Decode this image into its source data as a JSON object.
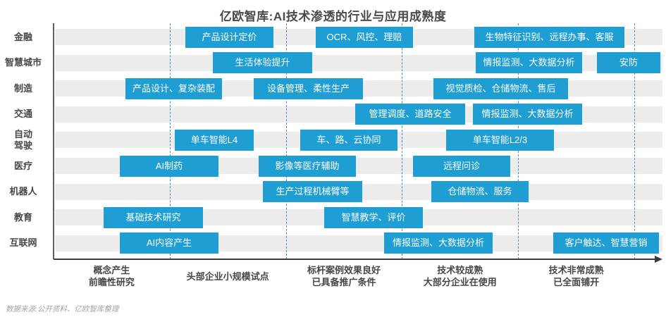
{
  "chart_data": {
    "type": "bar",
    "subtype": "horizontal-maturity-span",
    "title": "亿欧智库:AI技术渗透的行业与应用成熟度",
    "source_note": "数据来源:公开资料、亿欧智库整理",
    "xlim": [
      0,
      5.24
    ],
    "grid": "dashed-vertical",
    "legend": "none",
    "stage_boundaries": [
      1,
      2,
      3,
      4,
      5
    ],
    "stages": [
      {
        "center": 0.5,
        "lines": [
          "概念产生",
          "前瞻性研究"
        ]
      },
      {
        "center": 1.5,
        "lines": [
          "头部企业小规模试点"
        ]
      },
      {
        "center": 2.5,
        "lines": [
          "标杆案例效果良好",
          "已具备推广条件"
        ]
      },
      {
        "center": 3.5,
        "lines": [
          "技术较成熟",
          "大部分企业在使用"
        ]
      },
      {
        "center": 4.5,
        "lines": [
          "技术非常成熟",
          "已全面铺开"
        ]
      }
    ],
    "rows": [
      {
        "id": "finance",
        "industry_lines": [
          "金融"
        ],
        "segments": [
          {
            "label": "产品设计定价",
            "start": 1.135,
            "end": 1.893
          },
          {
            "label": "OCR、风控、理赔",
            "start": 2.257,
            "end": 3.095
          },
          {
            "label": "生物特征识别、远程办事、客服",
            "start": 3.623,
            "end": 4.915
          }
        ]
      },
      {
        "id": "smart-city",
        "industry_lines": [
          "智慧城市"
        ],
        "segments": [
          {
            "label": "生活体验提升",
            "start": 1.371,
            "end": 2.227
          },
          {
            "label": "情报监测、大数据分析",
            "start": 3.635,
            "end": 4.551
          },
          {
            "label": "安防",
            "start": 4.678,
            "end": 5.224
          }
        ]
      },
      {
        "id": "manufacturing",
        "industry_lines": [
          "制造"
        ],
        "segments": [
          {
            "label": "产品设计、复杂装配",
            "start": 0.619,
            "end": 1.45
          },
          {
            "label": "设备管理、柔性生产",
            "start": 1.723,
            "end": 2.664
          },
          {
            "label": "视觉质检、仓储物流、售后",
            "start": 3.271,
            "end": 4.43
          }
        ]
      },
      {
        "id": "transportation",
        "industry_lines": [
          "交通"
        ],
        "segments": [
          {
            "label": "管理调度、道路安全",
            "start": 2.597,
            "end": 3.544
          },
          {
            "label": "情报监测、大数据分析",
            "start": 3.611,
            "end": 4.551
          }
        ]
      },
      {
        "id": "autonomous-driving",
        "industry_lines": [
          "自动",
          "驾驶"
        ],
        "segments": [
          {
            "label": "单车智能L4",
            "start": 1.044,
            "end": 1.723
          },
          {
            "label": "车、路、云协同",
            "start": 2.124,
            "end": 2.961
          },
          {
            "label": "单车智能L2/3",
            "start": 3.38,
            "end": 4.308
          }
        ]
      },
      {
        "id": "healthcare",
        "industry_lines": [
          "医疗"
        ],
        "segments": [
          {
            "label": "AI制药",
            "start": 0.57,
            "end": 1.42
          },
          {
            "label": "影像等医疗辅助",
            "start": 1.766,
            "end": 2.603
          },
          {
            "label": "远程问诊",
            "start": 3.095,
            "end": 3.932
          }
        ]
      },
      {
        "id": "robotics",
        "industry_lines": [
          "机器人"
        ],
        "segments": [
          {
            "label": "生产过程机械臂等",
            "start": 1.802,
            "end": 2.658
          },
          {
            "label": "仓储物流、服务",
            "start": 3.252,
            "end": 4.09
          }
        ]
      },
      {
        "id": "education",
        "industry_lines": [
          "教育"
        ],
        "segments": [
          {
            "label": "基础技术研究",
            "start": 0.431,
            "end": 1.286
          },
          {
            "label": "智慧教学、评价",
            "start": 2.33,
            "end": 3.18
          }
        ]
      },
      {
        "id": "internet",
        "industry_lines": [
          "互联网"
        ],
        "segments": [
          {
            "label": "AI内容产生",
            "start": 0.57,
            "end": 1.42
          },
          {
            "label": "情报监测、大数据分析",
            "start": 2.846,
            "end": 3.78
          },
          {
            "label": "客户触达、智慧营销",
            "start": 4.302,
            "end": 5.212
          }
        ]
      }
    ]
  },
  "colors": {
    "bar": "#1e9ed3",
    "bar_text": "#ffffff",
    "band": "#ececec",
    "grid_dashed": "#4a8ec9",
    "axis": "#3c3c3c",
    "title_text": "#4a4a4a",
    "label_text": "#474747",
    "source_text": "#a3a3a3",
    "background": "#ffffff"
  }
}
